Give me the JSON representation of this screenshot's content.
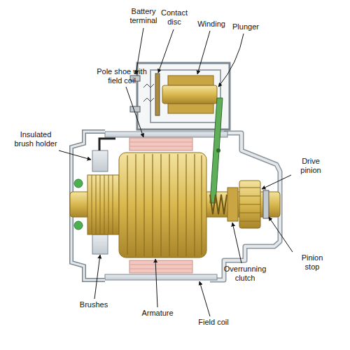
{
  "diagram": {
    "labels": [
      "Battery terminal",
      "Contact disc",
      "Winding",
      "Plunger",
      "Pole shoe with field coil",
      "Insulated brush holder",
      "Drive pinion",
      "Pinion stop",
      "Overrunning clutch",
      "Brushes",
      "Armature",
      "Field coil"
    ]
  }
}
